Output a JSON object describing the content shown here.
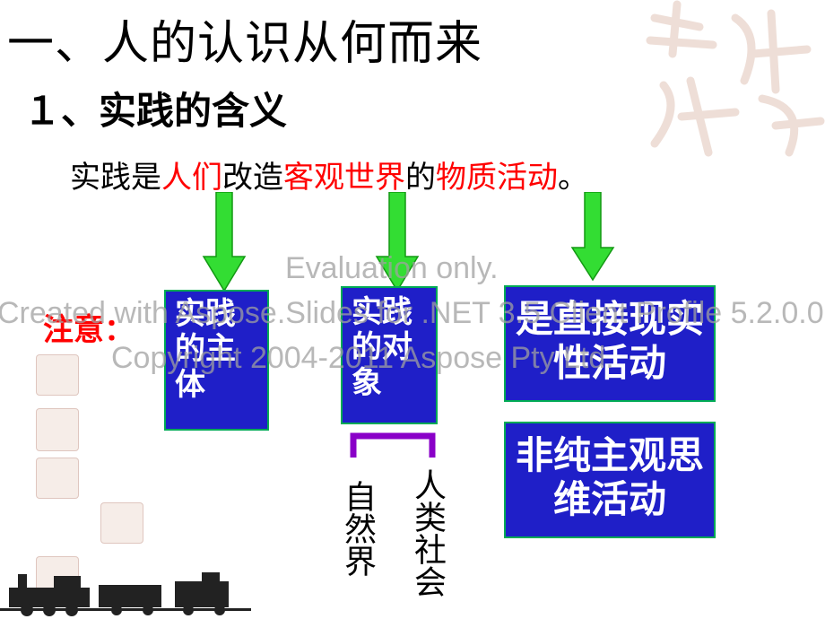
{
  "title": "一、人的认识从何而来",
  "subtitle": "１、实践的含义",
  "definition": {
    "p1": "实践是",
    "p2": "人们",
    "p3": "改造",
    "p4": "客观世界",
    "p5": "的",
    "p6": "物质活动",
    "p7": "。"
  },
  "note_label": "注意：",
  "boxes": {
    "subject": "实践的主体",
    "object": "实践的对象",
    "trait1": "是直接现实性活动",
    "trait2": "非纯主观思维活动"
  },
  "object_types": {
    "nature": "自然界",
    "society": "人类社会"
  },
  "watermark": {
    "line1": "Evaluation only.",
    "line2": "Created with Aspose.Slides for .NET 3.5 Client Profile 5.2.0.0.",
    "line3": "Copyright 2004-2011 Aspose Pty Ltd."
  },
  "colors": {
    "box_fill": "#1f1fc8",
    "arrow": "#33dd33",
    "highlight": "#ff0000",
    "bracket": "#8a00c8"
  }
}
